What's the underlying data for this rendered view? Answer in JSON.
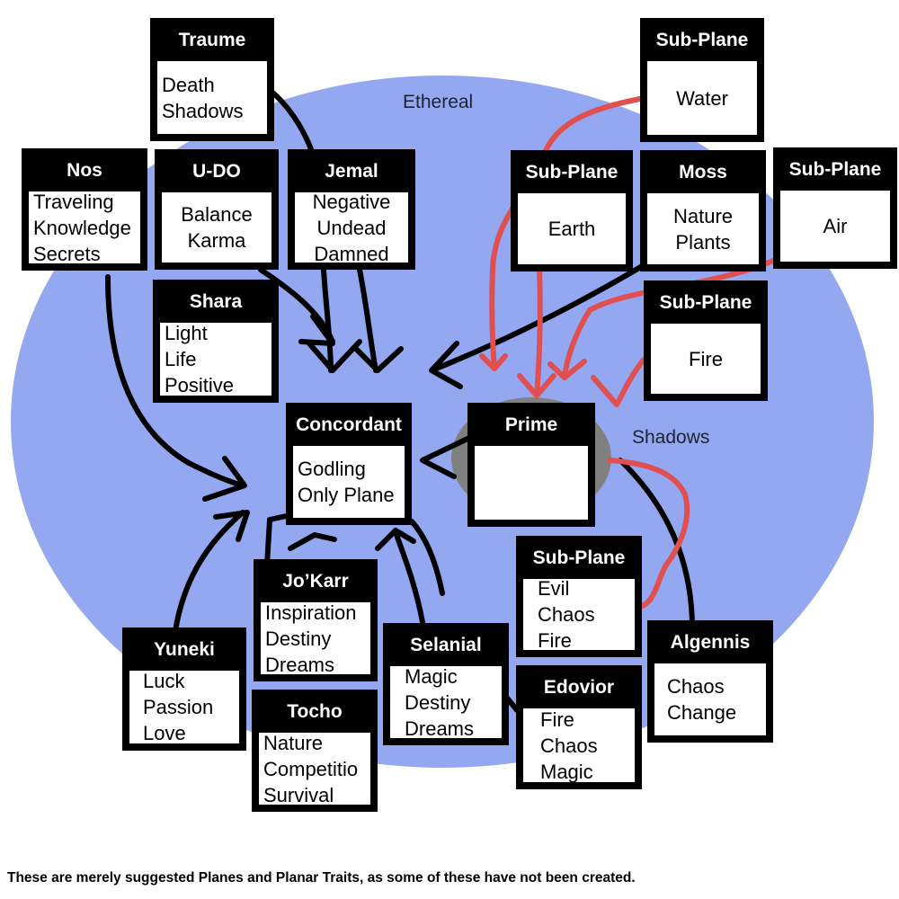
{
  "planes": {
    "ethereal_label": "Ethereal",
    "shadows_label": "Shadows"
  },
  "boxes": {
    "traume": {
      "title": "Traume",
      "traits": [
        "Death",
        "Shadows"
      ]
    },
    "nos": {
      "title": "Nos",
      "traits": [
        "Traveling",
        "Knowledge",
        "Secrets"
      ]
    },
    "udo": {
      "title": "U-DO",
      "traits": [
        "Balance",
        "Karma"
      ]
    },
    "jemal": {
      "title": "Jemal",
      "traits": [
        "Negative",
        "Undead",
        "Damned"
      ]
    },
    "shara": {
      "title": "Shara",
      "traits": [
        "Light",
        "Life",
        "Positive"
      ]
    },
    "concordant": {
      "title": "Concordant",
      "traits": [
        "Godling",
        "Only Plane"
      ]
    },
    "prime": {
      "title": "Prime",
      "traits": []
    },
    "sub_water": {
      "title": "Sub-Plane",
      "traits": [
        "Water"
      ]
    },
    "sub_earth": {
      "title": "Sub-Plane",
      "traits": [
        "Earth"
      ]
    },
    "moss": {
      "title": "Moss",
      "traits": [
        "Nature",
        "Plants"
      ]
    },
    "sub_air": {
      "title": "Sub-Plane",
      "traits": [
        "Air"
      ]
    },
    "sub_fire": {
      "title": "Sub-Plane",
      "traits": [
        "Fire"
      ]
    },
    "sub_evil": {
      "title": "Sub-Plane",
      "traits": [
        "Evil",
        "Chaos",
        "Fire"
      ]
    },
    "algennis": {
      "title": "Algennis",
      "traits": [
        "Chaos",
        "Change"
      ]
    },
    "jokarr": {
      "title": "Jo’Karr",
      "traits": [
        "Inspiration",
        "Destiny",
        "Dreams"
      ]
    },
    "yuneki": {
      "title": "Yuneki",
      "traits": [
        "Luck",
        "Passion",
        "Love"
      ]
    },
    "tocho": {
      "title": "Tocho",
      "traits": [
        "Nature",
        "Competitio",
        "Survival"
      ]
    },
    "selanial": {
      "title": "Selanial",
      "traits": [
        "Magic",
        "Destiny",
        "Dreams"
      ]
    },
    "edovior": {
      "title": "Edovior",
      "traits": [
        "Fire",
        "Chaos",
        "Magic"
      ]
    }
  },
  "footnote": "These are merely suggested Planes and Planar Traits, as some of these have not been created.",
  "colors": {
    "ethereal": "#94a8f2",
    "shadows": "#808080",
    "box": "#000000",
    "connector": "#000000",
    "subplane_connector": "#e05050"
  }
}
